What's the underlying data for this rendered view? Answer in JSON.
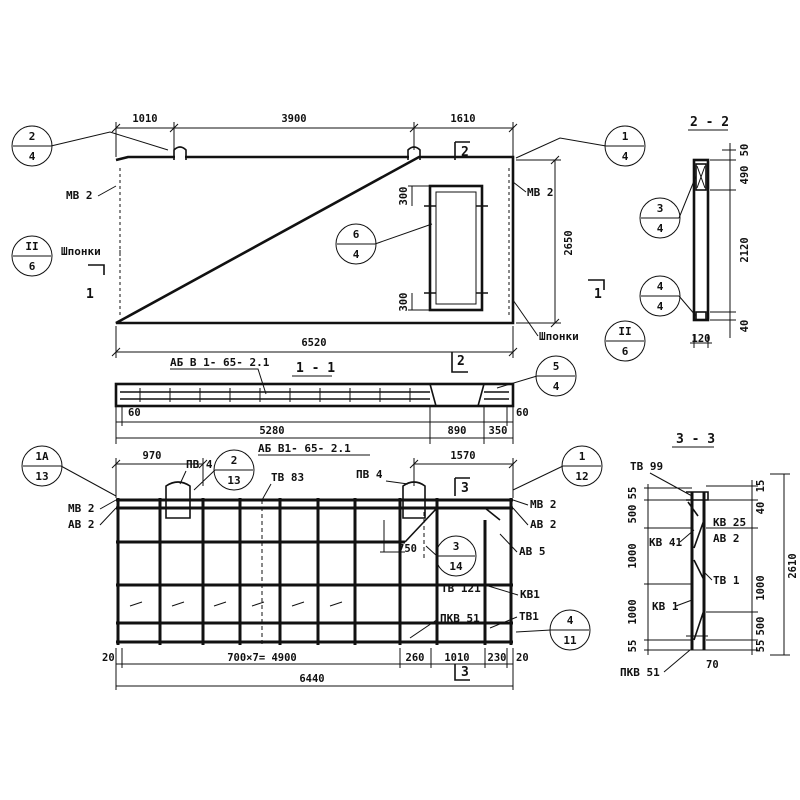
{
  "elevation": {
    "dims_top": [
      "1010",
      "3900",
      "1610"
    ],
    "dim_height": "2650",
    "dim_bottom": "6520",
    "dim_opening_top": "300",
    "dim_opening_bottom": "300",
    "labels": {
      "mb2_left": "МВ 2",
      "mb2_right": "МВ 2",
      "keys_left": "Шпонки",
      "keys_right": "Шпонки"
    },
    "section_marks": {
      "s1_left": "1",
      "s1_right": "1",
      "s2_top": "2",
      "s2_bottom": "2"
    },
    "bubbles": {
      "b_2_4": [
        "2",
        "4"
      ],
      "b_1_4": [
        "1",
        "4"
      ],
      "b_6_4": [
        "6",
        "4"
      ],
      "b_II_6_left": [
        "II",
        "6"
      ],
      "b_II_6_right": [
        "II",
        "6"
      ]
    }
  },
  "section_1_1": {
    "title": "1 - 1",
    "label": "АБ В 1- 65- 2.1",
    "dims": [
      "60",
      "5280",
      "890",
      "350",
      "60"
    ],
    "bubble": [
      "5",
      "4"
    ]
  },
  "section_2_2": {
    "title": "2 - 2",
    "dims": [
      "50",
      "490",
      "2120",
      "40",
      "120"
    ],
    "bubbles": {
      "b_3_4": [
        "3",
        "4"
      ],
      "b_4_4": [
        "4",
        "4"
      ]
    }
  },
  "cage": {
    "title": "АБ В1- 65- 2.1",
    "dims_top": [
      "970",
      "1570"
    ],
    "dims_bottom": [
      "20",
      "700×7= 4900",
      "260",
      "1010",
      "230",
      "20"
    ],
    "dim_total": "6440",
    "dim_750": "750",
    "labels": {
      "pv4_left": "ПВ 4",
      "tv83": "ТВ 83",
      "pv4_right": "ПВ 4",
      "mv2_left": "МВ 2",
      "av2_left": "АВ 2",
      "mv2_right": "МВ 2",
      "av2_right": "АВ 2",
      "av5": "АВ 5",
      "tv121": "ТВ 121",
      "kv1": "КВ1",
      "pkv51": "ПКВ 51",
      "tv1": "ТВ1"
    },
    "section_marks": {
      "s3_top": "3",
      "s3_bottom": "3"
    },
    "bubbles": {
      "b_1A_13": [
        "1А",
        "13"
      ],
      "b_2_13": [
        "2",
        "13"
      ],
      "b_1_12": [
        "1",
        "12"
      ],
      "b_3_14": [
        "3",
        "14"
      ],
      "b_4_11": [
        "4",
        "11"
      ]
    }
  },
  "section_3_3": {
    "title": "3 - 3",
    "labels": {
      "tv99": "ТВ 99",
      "kv25": "КВ 25",
      "kv41": "КВ 41",
      "av2": "АВ 2",
      "tv1": "ТВ 1",
      "kv1": "КВ 1",
      "pkv51": "ПКВ 51"
    },
    "dims_left": [
      "55",
      "500",
      "1000",
      "1000",
      "55"
    ],
    "dims_right": [
      "15",
      "40",
      "1000",
      "500",
      "55"
    ],
    "dim_total": "2610",
    "dim_bottom": "70"
  }
}
